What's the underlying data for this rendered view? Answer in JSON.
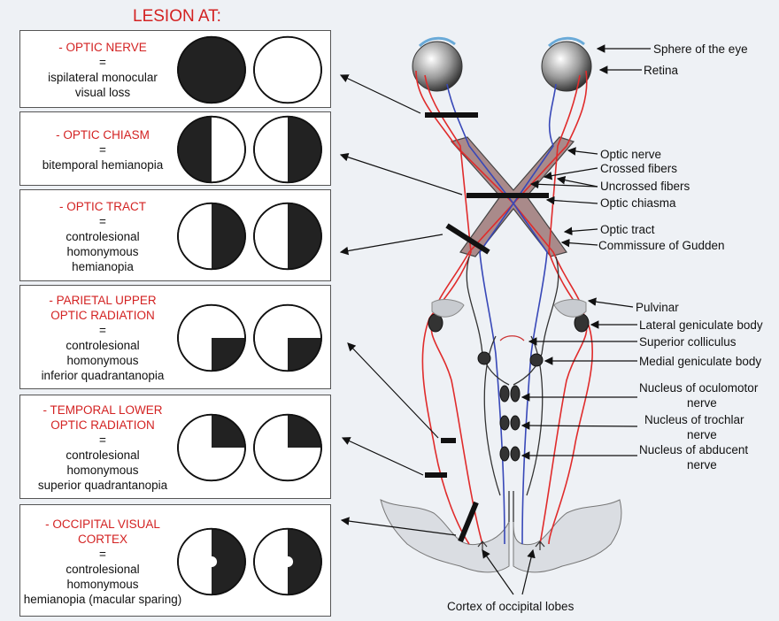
{
  "title": "LESION AT:",
  "lesions": [
    {
      "name": "- OPTIC NERVE",
      "eq": "=",
      "desc": [
        "ispilateral monocular",
        "visual loss"
      ],
      "left": "full",
      "right": "empty"
    },
    {
      "name": "- OPTIC CHIASM",
      "eq": "=",
      "desc": [
        "bitemporal hemianopia"
      ],
      "left": "left-half",
      "right": "right-half"
    },
    {
      "name": "- OPTIC TRACT",
      "eq": "=",
      "desc": [
        "controlesional",
        "homonymous",
        "hemianopia"
      ],
      "left": "right-half",
      "right": "right-half"
    },
    {
      "name": "- PARIETAL UPPER\nOPTIC RADIATION",
      "eq": "=",
      "desc": [
        "controlesional",
        "homonymous",
        "inferior quadrantanopia"
      ],
      "left": "lower-right",
      "right": "lower-right"
    },
    {
      "name": "- TEMPORAL LOWER\nOPTIC RADIATION",
      "eq": "=",
      "desc": [
        "controlesional",
        "homonymous",
        "superior quadrantanopia"
      ],
      "left": "upper-right",
      "right": "upper-right"
    },
    {
      "name": "- OCCIPITAL VISUAL\nCORTEX",
      "eq": "=",
      "desc": [
        "controlesional",
        "homonymous",
        "hemianopia (macular sparing)"
      ],
      "left": "right-half-spared",
      "right": "right-half-spared"
    }
  ],
  "labels": {
    "sphere": "Sphere of the eye",
    "retina": "Retina",
    "optic_nerve": "Optic nerve",
    "crossed": "Crossed fibers",
    "uncrossed": "Uncrossed fibers",
    "chiasma": "Optic chiasma",
    "tract": "Optic tract",
    "gudden": "Commissure of Gudden",
    "pulvinar": "Pulvinar",
    "lgb": "Lateral geniculate body",
    "sc": "Superior colliculus",
    "mgb": "Medial geniculate body",
    "oculomotor": [
      "Nucleus of oculomotor",
      "nerve"
    ],
    "trochlar": [
      "Nucleus of trochlar",
      "nerve"
    ],
    "abducent": [
      "Nucleus of abducent",
      "nerve"
    ],
    "cortex": "Cortex of occipital lobes"
  },
  "colors": {
    "accent_red": "#d32222",
    "field_fill": "#222222",
    "fiber_red": "#e02b2b",
    "fiber_blue": "#3848b8",
    "tract_fill": "#a98a8a"
  }
}
